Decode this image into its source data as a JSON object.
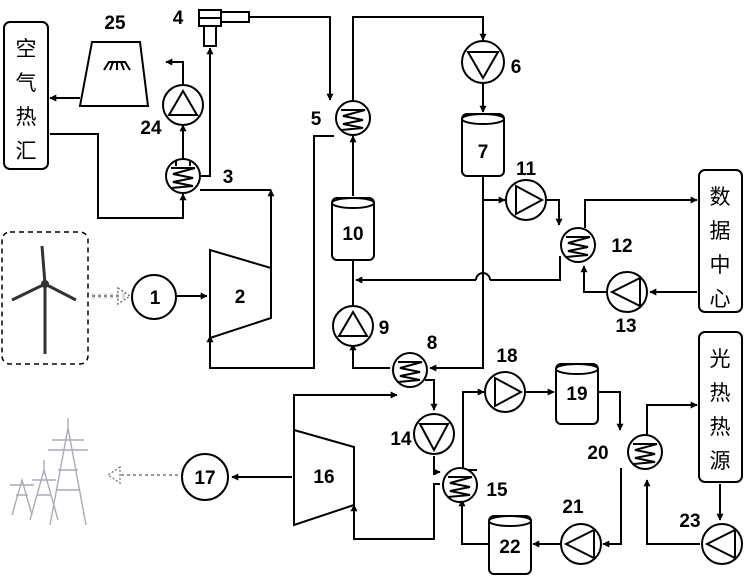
{
  "nodes": {
    "air_sink": {
      "label": "空气热汇",
      "chars": [
        "空",
        "气",
        "热",
        "汇"
      ]
    },
    "data_center": {
      "label": "数据中心",
      "chars": [
        "数",
        "据",
        "中",
        "心"
      ]
    },
    "solar_source": {
      "label": "光热热源",
      "chars": [
        "光",
        "热",
        "热",
        "源"
      ]
    }
  },
  "labels": {
    "1": "1",
    "2": "2",
    "3": "3",
    "4": "4",
    "5": "5",
    "6": "6",
    "7": "7",
    "8": "8",
    "9": "9",
    "10": "10",
    "11": "11",
    "12": "12",
    "13": "13",
    "14": "14",
    "15": "15",
    "16": "16",
    "17": "17",
    "18": "18",
    "19": "19",
    "20": "20",
    "21": "21",
    "22": "22",
    "23": "23",
    "24": "24",
    "25": "25"
  },
  "colors": {
    "line": "#000000",
    "background": "#ffffff",
    "dashed_arrow": "#777777"
  },
  "icons": [
    "wind-turbine-icon",
    "transmission-tower-icon"
  ]
}
